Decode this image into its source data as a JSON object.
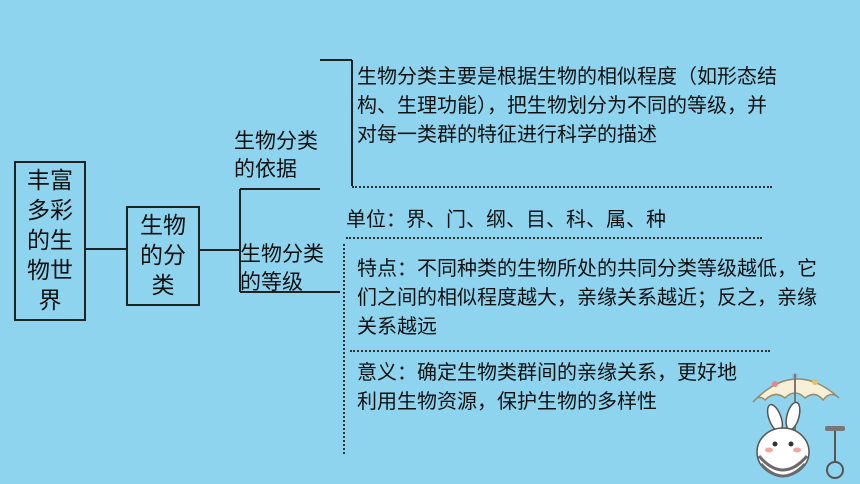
{
  "root": {
    "text": "丰富多彩的生物世界"
  },
  "node": {
    "text": "生物的分类"
  },
  "branches": {
    "basis": {
      "label": "生物分类\n的依据",
      "text": "生物分类主要是根据生物的相似程度（如形态结构、生理功能），把生物划分为不同的等级，并对每一类群的特征进行科学的描述"
    },
    "rank": {
      "label": "生物分类\n的等级",
      "unit": "单位：界、门、纲、目、科、属、种",
      "feature": "特点：不同种类的生物所处的共同分类等级越低，它们之间的相似程度越大，亲缘关系越近；反之，亲缘关系越远",
      "meaning": "意义：确定生物类群间的亲缘关系，更好地利用生物资源，保护生物的多样性"
    }
  },
  "colors": {
    "background": "#8fd4ee",
    "line": "#222222"
  }
}
